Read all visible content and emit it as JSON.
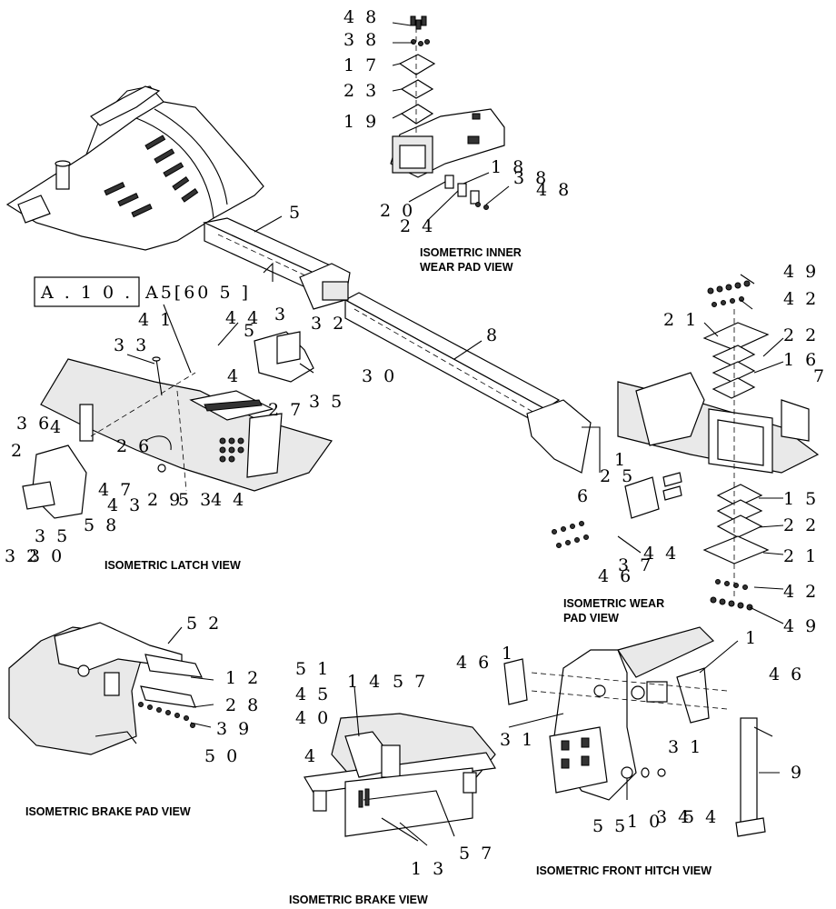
{
  "reference": {
    "section": "A . 1 0 .",
    "code": "A5[60 5 ]"
  },
  "captions": {
    "inner": [
      "ISOMETRIC INNER",
      "WEAR PAD VIEW"
    ],
    "latch": "ISOMETRIC LATCH VIEW",
    "wear": [
      "ISOMETRIC WEAR",
      "PAD VIEW"
    ],
    "brake_pad": "ISOMETRIC BRAKE PAD VIEW",
    "brake": "ISOMETRIC BRAKE VIEW",
    "hitch": "ISOMETRIC FRONT HITCH VIEW"
  },
  "callouts": {
    "inner": [
      "4 8",
      "3 8",
      "1 7",
      "2 3",
      "1 9",
      "1 8",
      "3 8",
      "4 8",
      "2 0",
      "2 4"
    ],
    "main": [
      "5",
      "8"
    ],
    "latch": [
      "4 1",
      "4 4",
      "3",
      "3 3",
      "5",
      "3 2",
      "4",
      "3 0",
      "3 5",
      "2 7",
      "3 6",
      "4",
      "2",
      "2 6",
      "4 7",
      "4 3",
      "2 9",
      "5 3",
      "4 4",
      "5 8",
      "3 5",
      "3 2",
      "3 0"
    ],
    "wear": [
      "4 9",
      "4 2",
      "2 1",
      "2 2",
      "1 6",
      "7",
      "1",
      "2 5",
      "6",
      "1 5",
      "2 2",
      "4 4",
      "3 7",
      "4 6",
      "2 1",
      "4 2",
      "4 9"
    ],
    "brake_pad": [
      "5 2",
      "1 2",
      "2 8",
      "3 9",
      "5 0"
    ],
    "brake": [
      "5 1",
      "1 4",
      "5 7",
      "4 5",
      "4 0",
      "4",
      "5 7",
      "1 3"
    ],
    "hitch": [
      "4 6",
      "1",
      "1",
      "4 6",
      "3 1",
      "3 1",
      "9",
      "5 5",
      "1 0",
      "3 4",
      "5 4"
    ]
  }
}
